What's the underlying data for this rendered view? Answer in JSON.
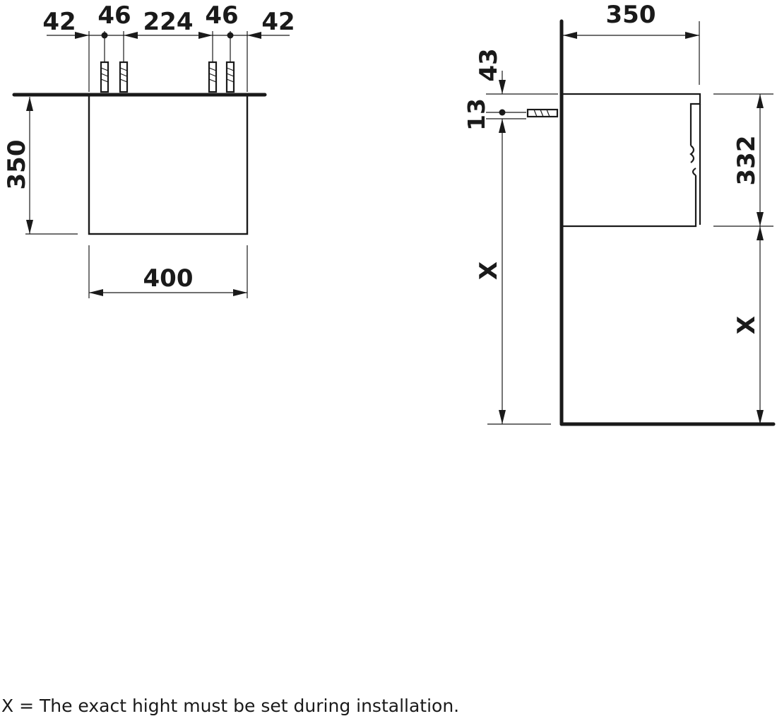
{
  "front_view": {
    "dims_top": [
      "42",
      "46",
      "224",
      "46",
      "42"
    ],
    "height": "350",
    "width": "400"
  },
  "side_view": {
    "depth": "350",
    "top_offset": "43",
    "anchor_offset": "13",
    "cabinet_height": "332",
    "height_left": "X",
    "height_right": "X"
  },
  "footnote": "X = The exact hight must be set during installation."
}
